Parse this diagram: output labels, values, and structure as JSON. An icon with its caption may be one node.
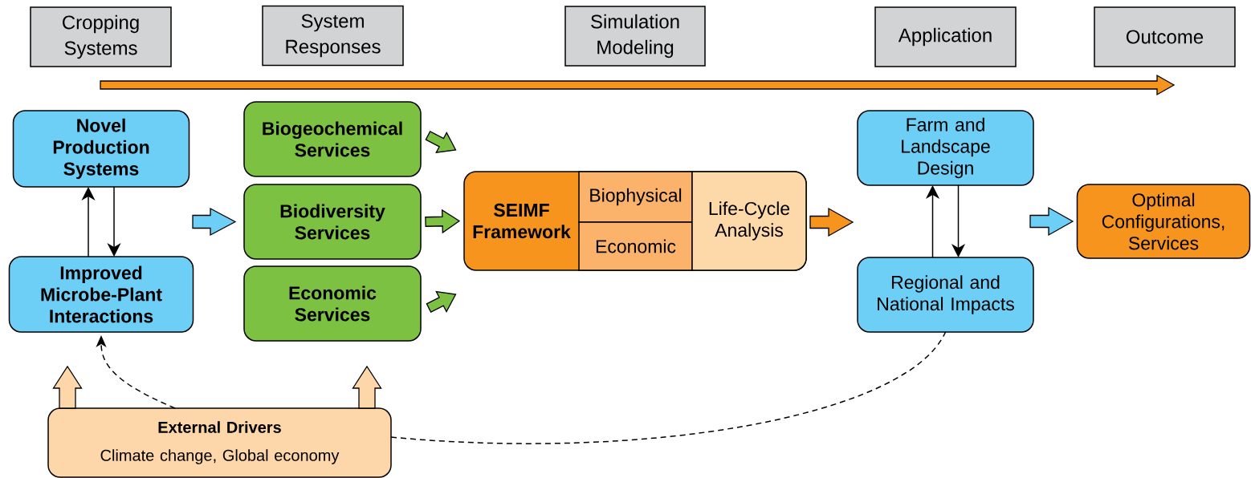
{
  "diagram": {
    "nodes": [
      {
        "text": [
          "Cropping Systems"
        ]
      },
      {
        "text": [
          "System Responses"
        ]
      },
      {
        "text": [
          "Simulation Modeling"
        ]
      },
      {
        "text": [
          "Application"
        ]
      },
      {
        "text": [
          "Outcome"
        ]
      },
      {
        "text": [
          "Novel Production Systems"
        ]
      },
      {
        "text": [
          "Improved Microbe-Plant Interactions"
        ]
      },
      {
        "text": [
          "Biogeochemical Services"
        ]
      },
      {
        "text": [
          "Biodiversity Services"
        ]
      },
      {
        "text": [
          "Economic Services"
        ]
      },
      {
        "text": [
          "SEIMF Framework"
        ]
      },
      {
        "text": [
          "Biophysical"
        ],
        "in": 10
      },
      {
        "text": [
          "Economic"
        ],
        "in": 10
      },
      {
        "text": [
          "Life-Cycle Analysis"
        ],
        "in": 10
      },
      {
        "text": [
          "Farm and Landscape Design"
        ]
      },
      {
        "text": [
          "Regional and National Impacts"
        ]
      },
      {
        "text": [
          "Optimal Configurations, Services"
        ]
      },
      {
        "text": [
          "External Drivers",
          "Climate change, Global economy"
        ]
      }
    ],
    "edges": [
      {
        "from": 6,
        "to": 5,
        "arrow": "to"
      },
      {
        "from": 5,
        "to": 6,
        "arrow": "to"
      },
      {
        "from": null,
        "to": 8,
        "arrow": "to",
        "style": "thick",
        "color": "#6dcff6"
      },
      {
        "from": 7,
        "to": 10,
        "arrow": "to",
        "style": "thick",
        "color": "#7cc142"
      },
      {
        "from": 8,
        "to": 10,
        "arrow": "to",
        "style": "thick",
        "color": "#7cc142"
      },
      {
        "from": 9,
        "to": 10,
        "arrow": "to",
        "style": "thick",
        "color": "#7cc142"
      },
      {
        "from": 10,
        "to": null,
        "arrow": "to",
        "style": "thick",
        "color": "#f7941d"
      },
      {
        "from": 15,
        "to": 14,
        "arrow": "to"
      },
      {
        "from": 14,
        "to": 15,
        "arrow": "to"
      },
      {
        "from": null,
        "to": 16,
        "arrow": "to",
        "style": "thick",
        "color": "#6dcff6"
      },
      {
        "from": 17,
        "to": 6,
        "arrow": "to",
        "style": "thick",
        "color": "#fdd6a9"
      },
      {
        "from": 17,
        "to": 9,
        "arrow": "to",
        "style": "thick",
        "color": "#fdd6a9"
      },
      {
        "from": 17,
        "to": 6,
        "arrow": "to",
        "style": "dashed"
      },
      {
        "from": 17,
        "to": 15,
        "arrow": "none",
        "style": "dashed"
      }
    ]
  }
}
